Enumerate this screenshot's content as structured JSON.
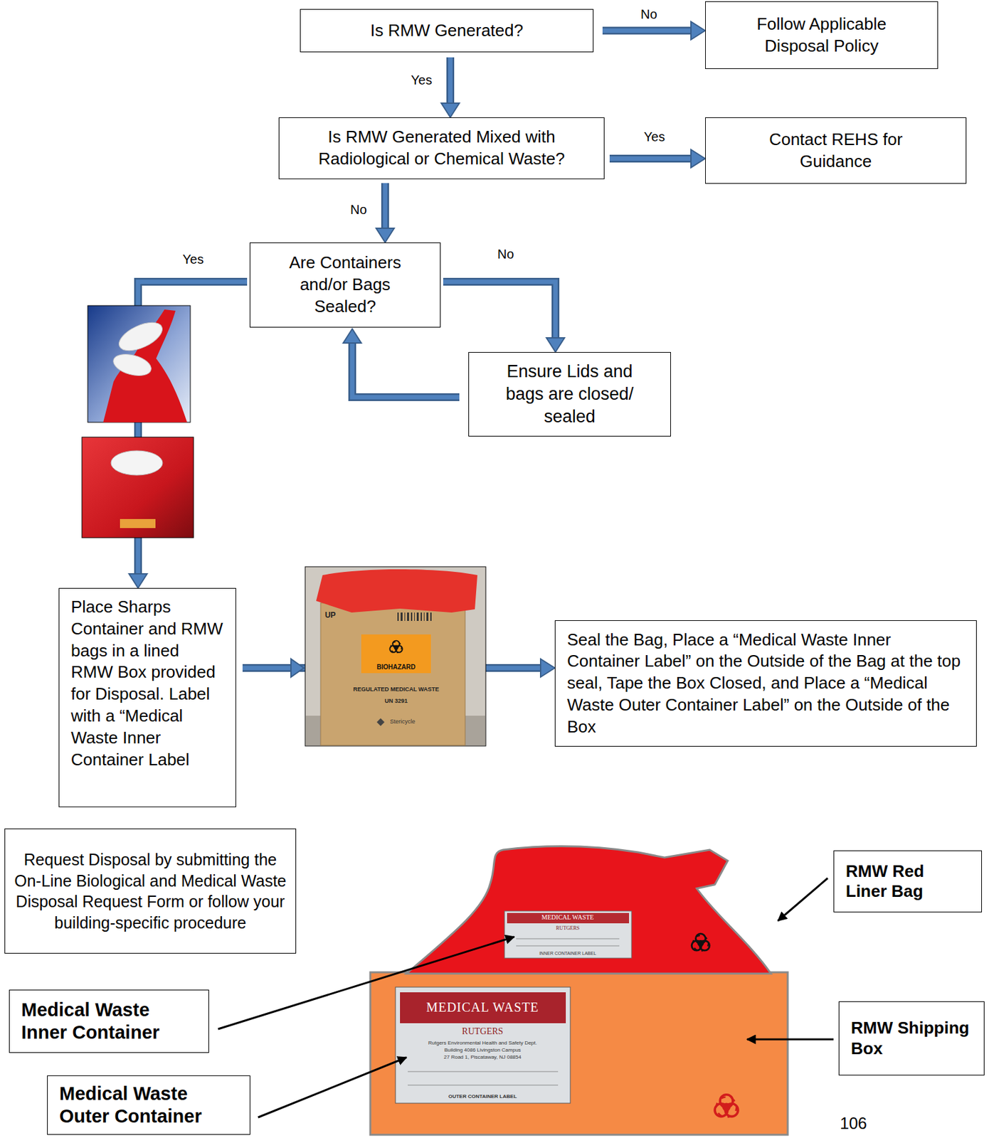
{
  "diagram": {
    "nodes": [
      {
        "text": [
          "Is RMW Generated?"
        ]
      },
      {
        "text": [
          "Follow Applicable Disposal Policy"
        ]
      },
      {
        "text": [
          "Is RMW Generated Mixed with Radiological or Chemical Waste?"
        ]
      },
      {
        "text": [
          "Contact REHS for Guidance"
        ]
      },
      {
        "text": [
          "Are Containers and/or Bags Sealed?"
        ]
      },
      {
        "text": [
          "Ensure Lids and bags are closed/ sealed"
        ]
      },
      {
        "text": [
          "Place Sharps Container and RMW bags in a lined RMW Box provided for Disposal. Label with a “Medical Waste Inner Container Label"
        ]
      },
      {
        "text": [
          "Seal the Bag, Place a “Medical Waste Inner Container Label” on the Outside of the Bag at the top seal, Tape the Box Closed, and Place a “Medical Waste Outer Container Label” on the Outside of the Box"
        ]
      },
      {
        "text": [
          "Request Disposal by submitting the On-Line Biological and Medical Waste Disposal Request Form or follow your building-specific procedure"
        ]
      },
      {
        "text": [
          "RMW Red Liner Bag"
        ]
      },
      {
        "text": [
          "Medical Waste Inner Container"
        ]
      },
      {
        "text": [
          "RMW Shipping Box"
        ]
      },
      {
        "text": [
          "Medical Waste Outer Container"
        ]
      }
    ],
    "edges": [
      {
        "from": 0,
        "to": 1,
        "label": "No",
        "arrow": "to"
      },
      {
        "from": 0,
        "to": 2,
        "label": "Yes",
        "arrow": "to"
      },
      {
        "from": 2,
        "to": 3,
        "label": "Yes",
        "arrow": "to"
      },
      {
        "from": 2,
        "to": 4,
        "label": "No",
        "arrow": "to"
      },
      {
        "from": 4,
        "to": 5,
        "label": "No",
        "arrow": "to"
      },
      {
        "from": 5,
        "to": 4,
        "arrow": "to"
      },
      {
        "from": 4,
        "to": 6,
        "label": "Yes",
        "arrow": "to"
      },
      {
        "from": 6,
        "to": 7,
        "arrow": "to"
      }
    ],
    "labels": [
      "UP",
      "BIOHAZARD",
      "REGULATED MEDICAL WASTE",
      "UN 3291",
      "Stericycle",
      "MEDICAL WASTE",
      "RUTGERS",
      "INNER CONTAINER LABEL",
      "MEDICAL WASTE",
      "RUTGERS",
      "Rutgers Environmental Health and Safety Dept.",
      "Building 4086 Livingston Campus",
      "27 Road 1, Piscataway, NJ 08854",
      "OUTER CONTAINER LABEL",
      "106"
    ]
  }
}
